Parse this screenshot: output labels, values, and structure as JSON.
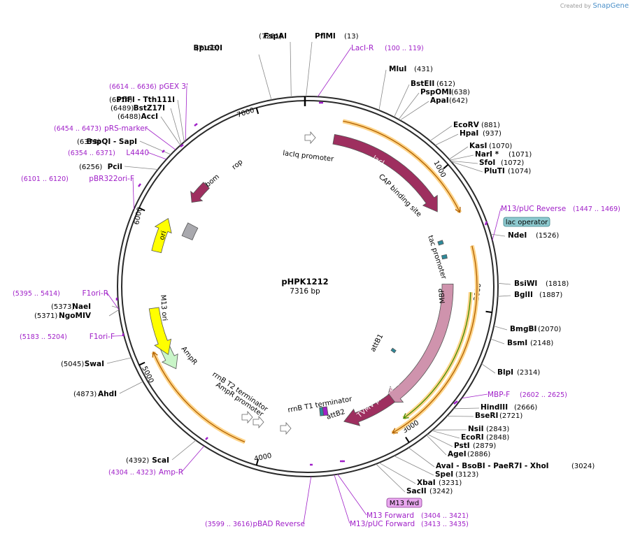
{
  "credit": {
    "prefix": "Created by",
    "brand": "SnapGene"
  },
  "plasmid": {
    "name": "pHPK1212",
    "size_label": "7316 bp"
  },
  "ticks": [
    "1000",
    "2000",
    "3000",
    "4000",
    "5000",
    "6000",
    "7000"
  ],
  "sites": [
    {
      "name": "FspAI",
      "pos": "(7281)",
      "name_first": false
    },
    {
      "name": "PflMI",
      "pos": "(13)",
      "name_first": true
    },
    {
      "name": "Bpu10I",
      "pos": "(7153)",
      "name_first": false
    },
    {
      "name": "MluI",
      "pos": "(431)",
      "name_first": true
    },
    {
      "name": "BstEII",
      "pos": "(612)",
      "name_first": true
    },
    {
      "name": "PspOMI",
      "pos": "(638)",
      "name_first": true
    },
    {
      "name": "ApaI",
      "pos": "(642)",
      "name_first": true
    },
    {
      "name": "EcoRV",
      "pos": "(881)",
      "name_first": true
    },
    {
      "name": "HpaI",
      "pos": "(937)",
      "name_first": true
    },
    {
      "name": "KasI",
      "pos": "(1070)",
      "name_first": true
    },
    {
      "name": "NarI *",
      "pos": "(1071)",
      "name_first": true
    },
    {
      "name": "SfoI",
      "pos": "(1072)",
      "name_first": true
    },
    {
      "name": "PluTI",
      "pos": "(1074)",
      "name_first": true
    },
    {
      "name": "NdeI",
      "pos": "(1526)",
      "name_first": true
    },
    {
      "name": "BsiWI",
      "pos": "(1818)",
      "name_first": true
    },
    {
      "name": "BglII",
      "pos": "(1887)",
      "name_first": true
    },
    {
      "name": "BmgBI",
      "pos": "(2070)",
      "name_first": true
    },
    {
      "name": "BsmI",
      "pos": "(2148)",
      "name_first": true
    },
    {
      "name": "BlpI",
      "pos": "(2314)",
      "name_first": true
    },
    {
      "name": "HindIII",
      "pos": "(2666)",
      "name_first": true
    },
    {
      "name": "BseRI",
      "pos": "(2721)",
      "name_first": true
    },
    {
      "name": "NsiI",
      "pos": "(2843)",
      "name_first": true
    },
    {
      "name": "EcoRI",
      "pos": "(2848)",
      "name_first": true
    },
    {
      "name": "PstI",
      "pos": "(2879)",
      "name_first": true
    },
    {
      "name": "AgeI",
      "pos": "(2886)",
      "name_first": true
    },
    {
      "name": "AvaI  -  BsoBI  -  PaeR7I  -  XhoI",
      "pos": "(3024)",
      "name_first": true
    },
    {
      "name": "SpeI",
      "pos": "(3123)",
      "name_first": true
    },
    {
      "name": "XbaI",
      "pos": "(3231)",
      "name_first": true
    },
    {
      "name": "SacII",
      "pos": "(3242)",
      "name_first": true
    },
    {
      "name": "ScaI",
      "pos": "(4392)",
      "name_first": false
    },
    {
      "name": "AhdI",
      "pos": "(4873)",
      "name_first": false
    },
    {
      "name": "SwaI",
      "pos": "(5045)",
      "name_first": false
    },
    {
      "name": "NgoMIV",
      "pos": "(5371)",
      "name_first": false
    },
    {
      "name": "NaeI",
      "pos": "(5373)",
      "name_first": false
    },
    {
      "name": "PciI",
      "pos": "(6256)",
      "name_first": false
    },
    {
      "name": "BspQI   -  SapI",
      "pos": "(6373)",
      "name_first": false
    },
    {
      "name": "AccI",
      "pos": "(6488)",
      "name_first": false
    },
    {
      "name": "BstZ17I",
      "pos": "(6489)",
      "name_first": false
    },
    {
      "name": "PflFI   -  Tth111I",
      "pos": "(6514)",
      "name_first": false
    }
  ],
  "primers": [
    {
      "name": "LacI-R",
      "range": "(100 .. 119)",
      "name_first": true
    },
    {
      "name": "M13/pUC Reverse",
      "range": "(1447 .. 1469)",
      "name_first": true
    },
    {
      "name": "MBP-F",
      "range": "(2602 .. 2625)",
      "name_first": true
    },
    {
      "name": "M13 Forward",
      "range": "(3404 .. 3421)",
      "name_first": true
    },
    {
      "name": "M13/pUC Forward",
      "range": "(3413 .. 3435)",
      "name_first": true
    },
    {
      "name": "pBAD Reverse",
      "range": "(3599 .. 3616)",
      "name_first": false
    },
    {
      "name": "Amp-R",
      "range": "(4304 .. 4323)",
      "name_first": false
    },
    {
      "name": "F1ori-F",
      "range": "(5183 .. 5204)",
      "name_first": false
    },
    {
      "name": "F1ori-R",
      "range": "(5395 .. 5414)",
      "name_first": false
    },
    {
      "name": "pBR322ori-F",
      "range": "(6101 .. 6120)",
      "name_first": false
    },
    {
      "name": "L4440",
      "range": "(6354 .. 6371)",
      "name_first": false
    },
    {
      "name": "pRS-marker",
      "range": "(6454 .. 6473)",
      "name_first": false
    },
    {
      "name": "pGEX 3'",
      "range": "(6614 .. 6636)",
      "name_first": false
    }
  ],
  "boxed_labels": {
    "lac_operator": "lac operator",
    "m13_fwd": "M13 fwd"
  },
  "features": {
    "lacI": "lacI",
    "lacIq_promoter": "lacIq promoter",
    "cap_binding_site": "CAP binding site",
    "tac_promoter": "tac promoter",
    "MBP": "MBP",
    "attB1": "attB1",
    "TVMV_protease": "TVMV protease",
    "attB2": "attB2",
    "rrnB_T1": "rrnB T1 terminator",
    "rrnB_T2": "rrnB T2 terminator",
    "AmpR_promoter": "AmpR promoter",
    "AmpR": "AmpR",
    "M13_ori": "M13 ori",
    "ori": "ori",
    "bom": "bom",
    "rop": "rop"
  },
  "colors": {
    "backbone": "#2a2a2a",
    "lacI": "#9e2f5f",
    "TVMV_protease": "#9e2f5f",
    "rop": "#9e2f5f",
    "MBP": "#cf93ad",
    "ori": "#ffff00",
    "M13_ori": "#ffff00",
    "AmpR": "#c9f5c8",
    "bom": "#a9a9ae",
    "primer": "#a020c8",
    "orf_highlight": "#ffd488",
    "orf_brown": "#b06000",
    "orf_green": "#3a8a00",
    "lac_operator_box": "#8ecad0",
    "m13_fwd_box": "#e9a8ef"
  }
}
